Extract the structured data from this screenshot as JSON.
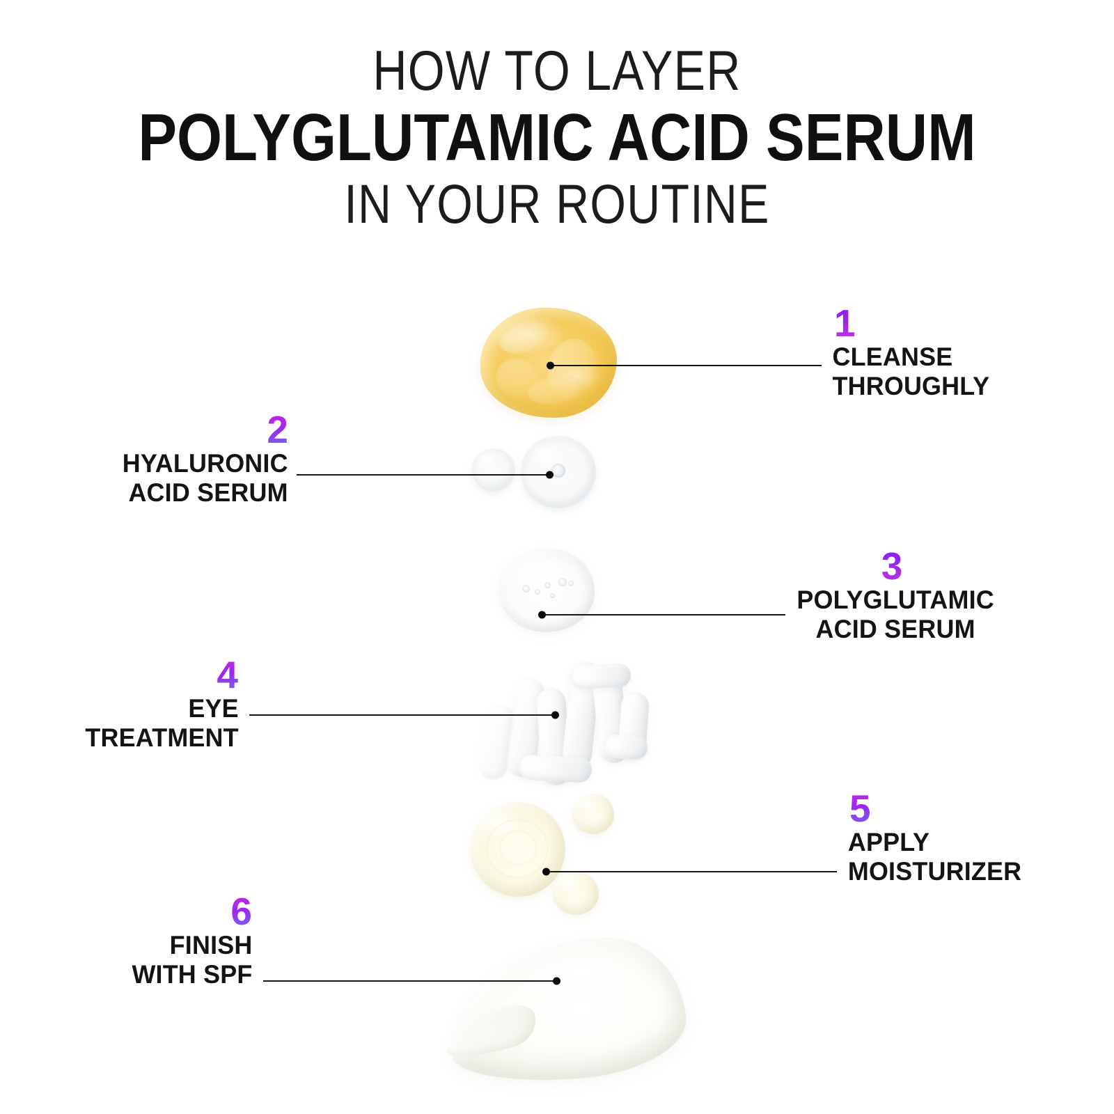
{
  "title": {
    "line1": "HOW TO LAYER",
    "line2": "POLYGLUTAMIC ACID SERUM",
    "line3": "IN YOUR ROUTINE"
  },
  "accent": {
    "gradient_start": "#c026d3",
    "gradient_mid": "#9b28ef",
    "gradient_end": "#6a74f0",
    "text_color": "#141414",
    "line_color": "#151515",
    "background": "#ffffff"
  },
  "steps": [
    {
      "number": "1",
      "label_line1": "CLEANSE",
      "label_line2": "THROUGHLY",
      "side": "right",
      "swatch": "cleanser-gel-blob",
      "swatch_color": "#f7cf66"
    },
    {
      "number": "2",
      "label_line1": "HYALURONIC",
      "label_line2": "ACID SERUM",
      "side": "left",
      "swatch": "clear-serum-droplets",
      "swatch_color": "#eef1f3"
    },
    {
      "number": "3",
      "label_line1": "POLYGLUTAMIC",
      "label_line2": "ACID SERUM",
      "side": "right",
      "swatch": "white-serum-puddle",
      "swatch_color": "#fbfbfb"
    },
    {
      "number": "4",
      "label_line1": "EYE",
      "label_line2": "TREATMENT",
      "side": "left",
      "swatch": "cream-zigzag-swirl",
      "swatch_color": "#f4f5f6"
    },
    {
      "number": "5",
      "label_line1": "APPLY",
      "label_line2": "MOISTURIZER",
      "side": "right",
      "swatch": "moisturizer-dollops",
      "swatch_color": "#fdfae6"
    },
    {
      "number": "6",
      "label_line1": "FINISH",
      "label_line2": "WITH SPF",
      "side": "left",
      "swatch": "spf-lotion-smear",
      "swatch_color": "#fdfdfa"
    }
  ]
}
